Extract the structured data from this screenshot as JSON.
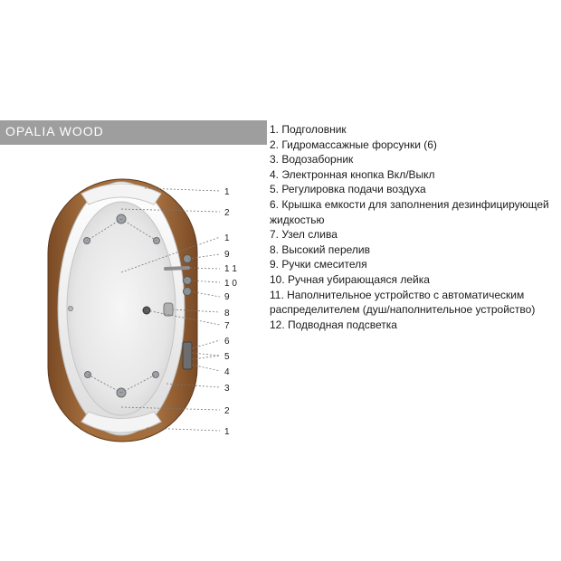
{
  "title": "OPALIA WOOD",
  "legend": [
    "1. Подголовник",
    "2. Гидромассажные форсунки (6)",
    "3. Водозаборник",
    "4. Электронная кнопка Вкл/Выкл",
    "5. Регулировка подачи воздуха",
    "6. Крышка емкости для заполнения дезинфицирующей жидкостью",
    "7. Узел слива",
    "8. Высокий перелив",
    "9. Ручки смесителя",
    "10. Ручная убирающаяся лейка",
    "11. Наполнительное устройство с автоматическим распределителем (душ/наполнительное устройство)",
    "12. Подводная подсветка"
  ],
  "callouts": [
    "1",
    "2",
    "1",
    "9",
    "1 1",
    "1 0",
    "9",
    "8",
    "7",
    "6",
    "5",
    "4",
    "3",
    "2",
    "1"
  ],
  "colors": {
    "wood": "#9a6535",
    "wood_dark": "#6e4522",
    "tub": "#e9e9ea",
    "title_bar": "#9e9e9e"
  }
}
